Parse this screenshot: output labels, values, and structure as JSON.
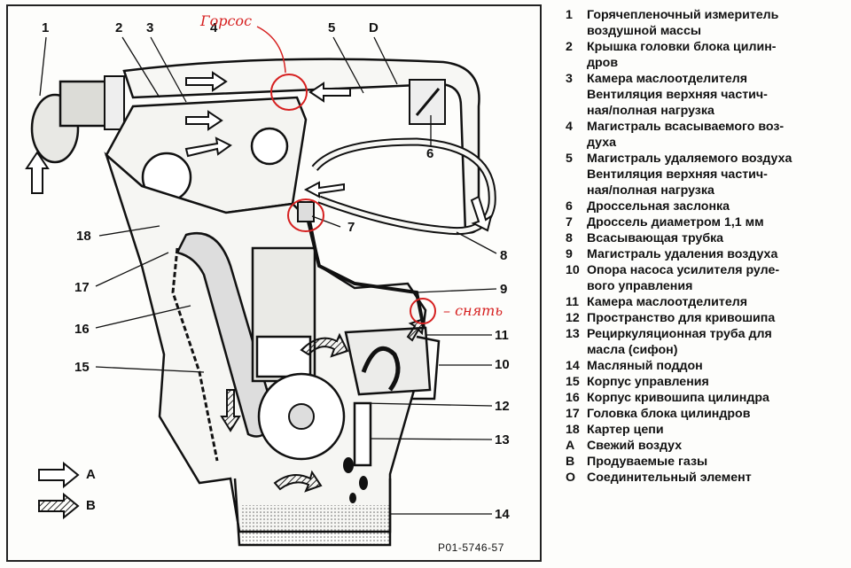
{
  "callouts": {
    "n1": "1",
    "n2": "2",
    "n3": "3",
    "n4": "4",
    "n5": "5",
    "nD": "D",
    "n6": "6",
    "n7": "7",
    "n8": "8",
    "n9": "9",
    "n10": "10",
    "n11": "11",
    "n12": "12",
    "n13": "13",
    "n14": "14",
    "n15": "15",
    "n16": "16",
    "n17": "17",
    "n18": "18"
  },
  "annotations": {
    "top": "Горсос",
    "right": "– снять"
  },
  "flow_legend": {
    "a": "A",
    "b": "B"
  },
  "figure_id": "P01-5746-57",
  "legend": [
    {
      "num": "1",
      "text": "Горячепленочный измеритель\nвоздушной массы"
    },
    {
      "num": "2",
      "text": "Крышка головки блока цилин-\nдров"
    },
    {
      "num": "3",
      "text": "Камера маслоотделителя\nВентиляция верхняя частич-\nная/полная нагрузка"
    },
    {
      "num": "4",
      "text": "Магистраль всасываемого воз-\nдуха"
    },
    {
      "num": "5",
      "text": "Магистраль удаляемого воздуха\nВентиляция верхняя частич-\nная/полная нагрузка"
    },
    {
      "num": "6",
      "text": "Дроссельная заслонка"
    },
    {
      "num": "7",
      "text": "Дроссель диаметром 1,1 мм"
    },
    {
      "num": "8",
      "text": "Всасывающая трубка"
    },
    {
      "num": "9",
      "text": "Магистраль удаления воздуха"
    },
    {
      "num": "10",
      "text": "Опора насоса усилителя руле-\nвого управления"
    },
    {
      "num": "11",
      "text": "Камера маслоотделителя"
    },
    {
      "num": "12",
      "text": "Пространство для кривошипа"
    },
    {
      "num": "13",
      "text": "Рециркуляционная труба для\nмасла (сифон)"
    },
    {
      "num": "14",
      "text": "Масляный поддон"
    },
    {
      "num": "15",
      "text": "Корпус управления"
    },
    {
      "num": "16",
      "text": "Корпус кривошипа цилиндра"
    },
    {
      "num": "17",
      "text": "Головка блока цилиндров"
    },
    {
      "num": "18",
      "text": "Картер цепи"
    },
    {
      "num": "A",
      "text": "Свежий воздух"
    },
    {
      "num": "B",
      "text": "Продуваемые газы"
    },
    {
      "num": "O",
      "text": "Соединительный элемент"
    }
  ]
}
